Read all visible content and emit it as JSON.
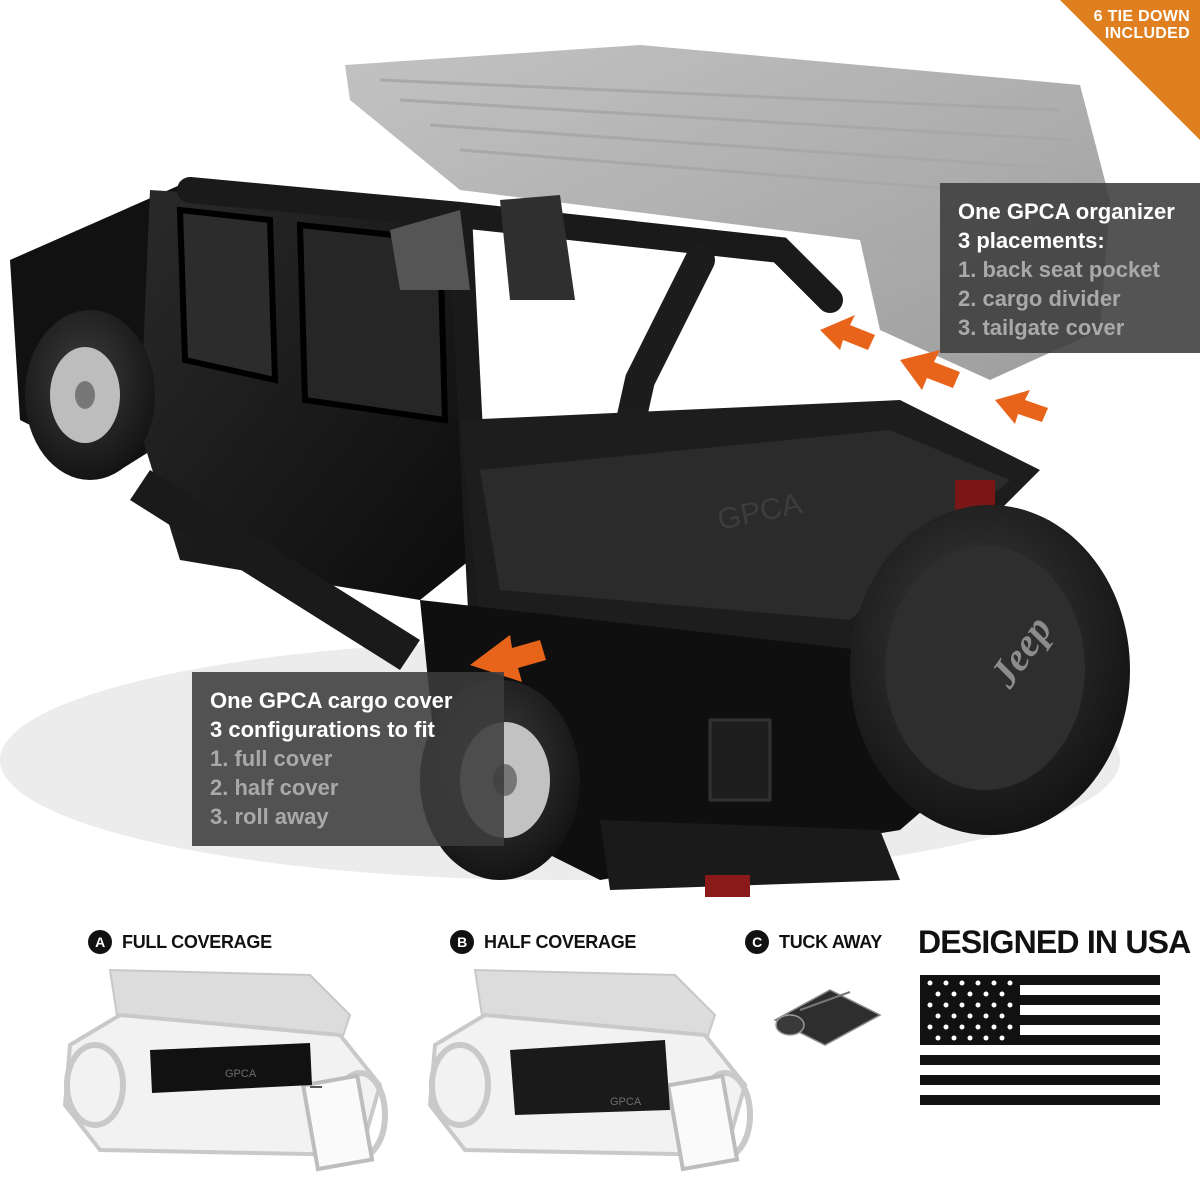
{
  "badge": {
    "line1": "6 TIE DOWN",
    "line2": "INCLUDED"
  },
  "callouts": {
    "organizer": {
      "title": "One GPCA organizer",
      "subtitle": "3 placements:",
      "items": [
        "1. back seat pocket",
        "2. cargo divider",
        "3. tailgate cover"
      ]
    },
    "cargo": {
      "title": "One GPCA cargo cover",
      "subtitle": "3 configurations to fit",
      "items": [
        "1. full cover",
        "2. half cover",
        "3. roll away"
      ]
    }
  },
  "options": [
    {
      "letter": "A",
      "label": "FULL COVERAGE"
    },
    {
      "letter": "B",
      "label": "HALF COVERAGE"
    },
    {
      "letter": "C",
      "label": "TUCK AWAY"
    }
  ],
  "designed": "DESIGNED IN USA",
  "vehicle": {
    "tire_brand": "Jeep",
    "cover_print": "GPCA",
    "mini_print": "GPCA"
  },
  "colors": {
    "accent": "#e8641b",
    "badge": "#e07f1f",
    "callout_bg": "#3c3c3c",
    "callout_sub": "#a9a9a9",
    "vehicle": "#141414"
  },
  "icons": [
    "orange-arrow-icon",
    "us-flag-icon",
    "rolled-cover-icon"
  ]
}
